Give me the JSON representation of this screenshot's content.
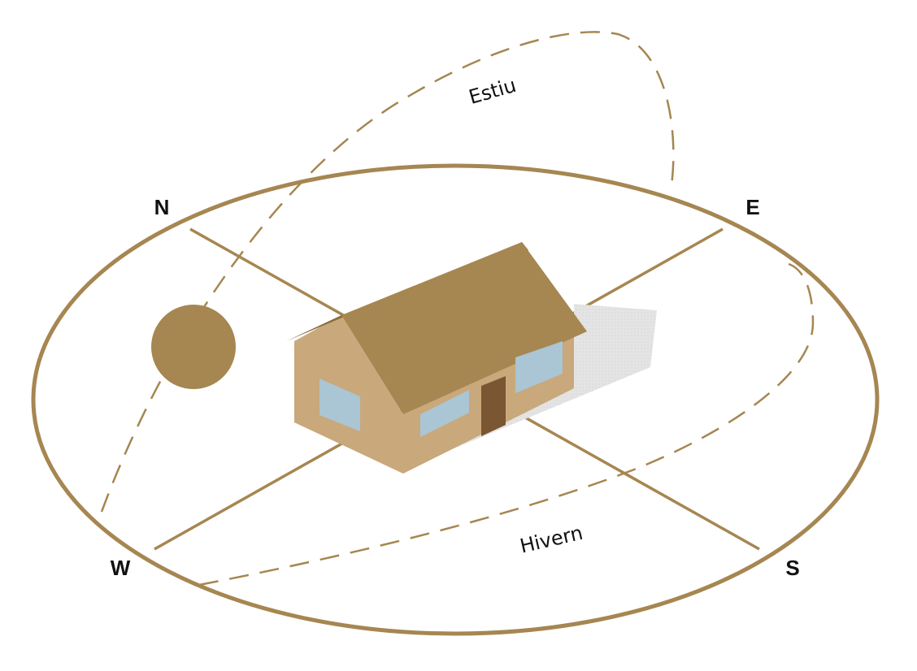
{
  "directions": {
    "north": "N",
    "east": "E",
    "south": "S",
    "west": "W"
  },
  "paths": {
    "summer": "Estiu",
    "winter": "Hivern"
  },
  "colors": {
    "ring": "#a68651",
    "path_dash": "#a68651",
    "sun": "#a68651",
    "roof": "#a68651",
    "roof_edge": "#8a6d3f",
    "wall": "#c9a87c",
    "window": "#aac5d3",
    "door": "#7a5632",
    "shadow": "#e6e6e6"
  },
  "icons": {
    "sun": "sun-icon",
    "house": "house-icon"
  }
}
